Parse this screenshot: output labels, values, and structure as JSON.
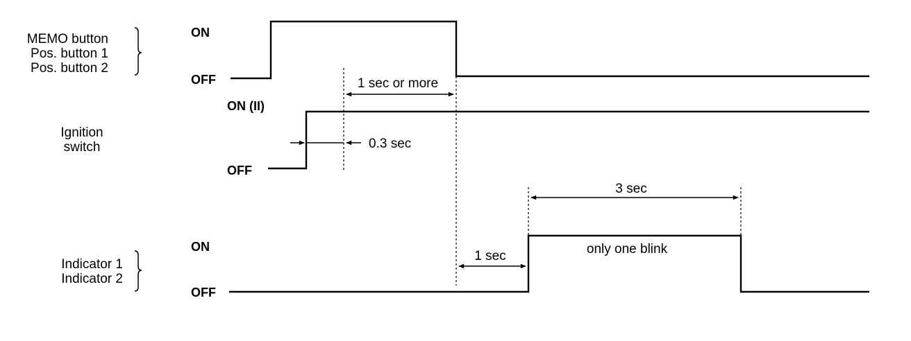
{
  "groups": {
    "memo": {
      "lines": [
        "MEMO button",
        "Pos. button 1",
        "Pos. button 2"
      ]
    },
    "ignition": {
      "lines": [
        "Ignition",
        "switch"
      ]
    },
    "indicator": {
      "lines": [
        "Indicator 1",
        "Indicator 2"
      ]
    }
  },
  "states": {
    "memo_on": "ON",
    "memo_off": "OFF",
    "ign_on": "ON (II)",
    "ign_off": "OFF",
    "ind_on": "ON",
    "ind_off": "OFF"
  },
  "annotations": {
    "hold_time": "1 sec or more",
    "ign_delay": "0.3 sec",
    "ind_delay": "1 sec",
    "blink_duration": "3 sec",
    "blink_note": "only one blink"
  }
}
